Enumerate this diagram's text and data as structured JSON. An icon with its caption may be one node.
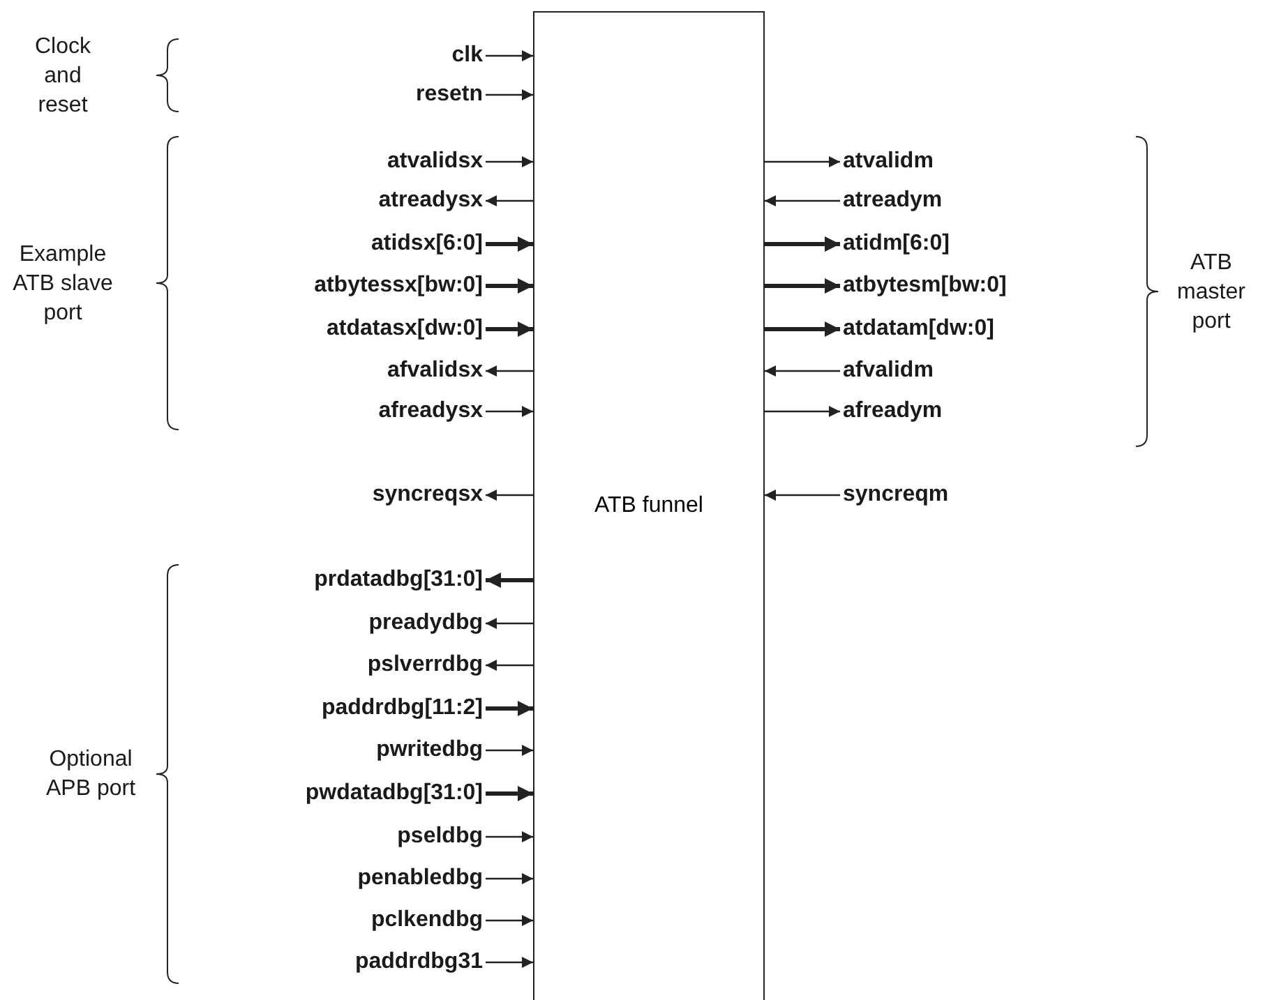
{
  "diagram": {
    "nodes": [
      {
        "text": [
          "ATB funnel"
        ]
      },
      {
        "text": [
          "clk"
        ]
      },
      {
        "text": [
          "resetn"
        ]
      },
      {
        "text": [
          "atvalidsx"
        ]
      },
      {
        "text": [
          "atreadysx"
        ]
      },
      {
        "text": [
          "atidsx[6:0]"
        ]
      },
      {
        "text": [
          "atbytessx[bw:0]"
        ]
      },
      {
        "text": [
          "atdatasx[dw:0]"
        ]
      },
      {
        "text": [
          "afvalidsx"
        ]
      },
      {
        "text": [
          "afreadysx"
        ]
      },
      {
        "text": [
          "syncreqsx"
        ]
      },
      {
        "text": [
          "prdatadbg[31:0]"
        ]
      },
      {
        "text": [
          "preadydbg"
        ]
      },
      {
        "text": [
          "pslverrdbg"
        ]
      },
      {
        "text": [
          "paddrdbg[11:2]"
        ]
      },
      {
        "text": [
          "pwritedbg"
        ]
      },
      {
        "text": [
          "pwdatadbg[31:0]"
        ]
      },
      {
        "text": [
          "pseldbg"
        ]
      },
      {
        "text": [
          "penabledbg"
        ]
      },
      {
        "text": [
          "pclkendbg"
        ]
      },
      {
        "text": [
          "paddrdbg31"
        ]
      },
      {
        "text": [
          "atvalidm"
        ]
      },
      {
        "text": [
          "atreadym"
        ]
      },
      {
        "text": [
          "atidm[6:0]"
        ]
      },
      {
        "text": [
          "atbytesm[bw:0]"
        ]
      },
      {
        "text": [
          "atdatam[dw:0]"
        ]
      },
      {
        "text": [
          "afvalidm"
        ]
      },
      {
        "text": [
          "afreadym"
        ]
      },
      {
        "text": [
          "syncreqm"
        ]
      }
    ],
    "edges": [
      {
        "from": 1,
        "to": 0,
        "arrow": "to"
      },
      {
        "from": 2,
        "to": 0,
        "arrow": "to"
      },
      {
        "from": 3,
        "to": 0,
        "arrow": "to"
      },
      {
        "from": 0,
        "to": 4,
        "arrow": "to"
      },
      {
        "from": 5,
        "to": 0,
        "arrow": "to",
        "style": "thick"
      },
      {
        "from": 6,
        "to": 0,
        "arrow": "to",
        "style": "thick"
      },
      {
        "from": 7,
        "to": 0,
        "arrow": "to",
        "style": "thick"
      },
      {
        "from": 0,
        "to": 8,
        "arrow": "to"
      },
      {
        "from": 9,
        "to": 0,
        "arrow": "to"
      },
      {
        "from": 0,
        "to": 10,
        "arrow": "to"
      },
      {
        "from": 0,
        "to": 11,
        "arrow": "to",
        "style": "thick"
      },
      {
        "from": 0,
        "to": 12,
        "arrow": "to"
      },
      {
        "from": 0,
        "to": 13,
        "arrow": "to"
      },
      {
        "from": 14,
        "to": 0,
        "arrow": "to",
        "style": "thick"
      },
      {
        "from": 15,
        "to": 0,
        "arrow": "to"
      },
      {
        "from": 16,
        "to": 0,
        "arrow": "to",
        "style": "thick"
      },
      {
        "from": 17,
        "to": 0,
        "arrow": "to"
      },
      {
        "from": 18,
        "to": 0,
        "arrow": "to"
      },
      {
        "from": 19,
        "to": 0,
        "arrow": "to"
      },
      {
        "from": 20,
        "to": 0,
        "arrow": "to"
      },
      {
        "from": 0,
        "to": 21,
        "arrow": "to"
      },
      {
        "from": 22,
        "to": 0,
        "arrow": "to"
      },
      {
        "from": 0,
        "to": 23,
        "arrow": "to",
        "style": "thick"
      },
      {
        "from": 0,
        "to": 24,
        "arrow": "to",
        "style": "thick"
      },
      {
        "from": 0,
        "to": 25,
        "arrow": "to",
        "style": "thick"
      },
      {
        "from": 26,
        "to": 0,
        "arrow": "to"
      },
      {
        "from": 0,
        "to": 27,
        "arrow": "to"
      },
      {
        "from": 28,
        "to": 0,
        "arrow": "to"
      }
    ],
    "labels": [
      "Clock and reset",
      "Example ATB slave port",
      "ATB master port",
      "Optional APB port"
    ]
  }
}
